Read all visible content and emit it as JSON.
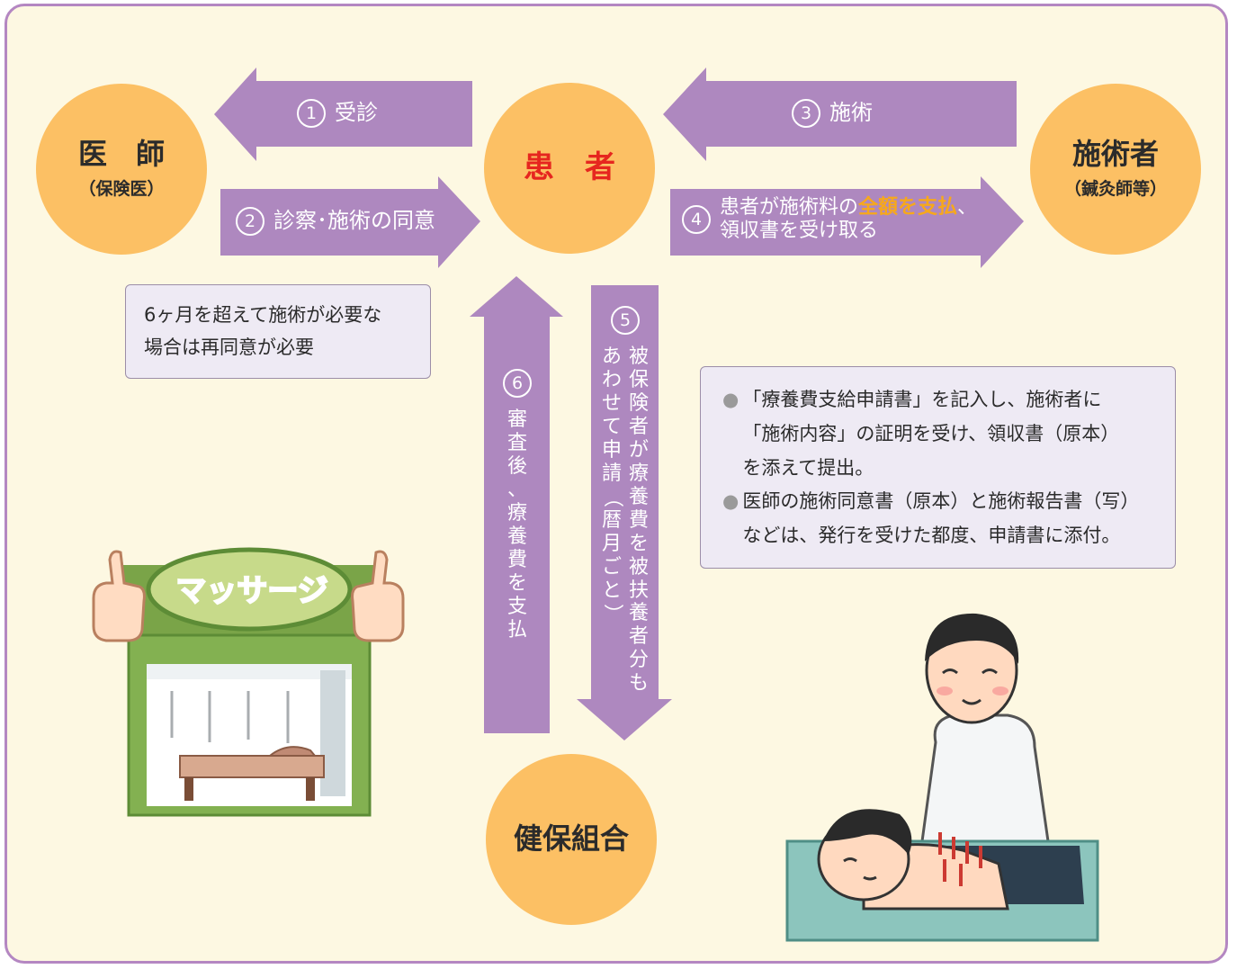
{
  "nodes": {
    "doctor": {
      "title": "医　師",
      "sub": "（保険医）"
    },
    "patient": {
      "title": "患　者"
    },
    "practitioner": {
      "title": "施術者",
      "sub": "（鍼灸師等）"
    },
    "union": {
      "title": "健保組合"
    }
  },
  "steps": {
    "s1": {
      "num": "1",
      "label": "受診"
    },
    "s2": {
      "num": "2",
      "label": "診察･施術の同意"
    },
    "s3": {
      "num": "3",
      "label": "施術"
    },
    "s4": {
      "num": "4",
      "line1_pre": "患者が施術料の",
      "line1_highlight": "全額を支払",
      "line1_post": "、",
      "line2": "領収書を受け取る"
    },
    "s5": {
      "num": "5",
      "col1": "被保険者が療養費を被扶養者分も",
      "col2": "あわせて申請（暦月ごと）"
    },
    "s6": {
      "num": "6",
      "label": "審査後、療養費を支払"
    }
  },
  "notes": {
    "reconsent_line1": "6ヶ月を超えて施術が必要な",
    "reconsent_line2": "場合は再同意が必要",
    "bullet": "●",
    "b1_l1": "「療養費支給申請書」を記入し、施術者に",
    "b1_l2": "「施術内容」の証明を受け、領収書（原本）",
    "b1_l3": "を添えて提出。",
    "b2_l1": "医師の施術同意書（原本）と施術報告書（写）",
    "b2_l2": "などは、発行を受けた都度、申請書に添付。"
  },
  "illustrations": {
    "shop_sign": "マッサージ",
    "shop_icon": "massage-shop-illustration",
    "therapist_icon": "acupuncture-therapist-illustration"
  },
  "colors": {
    "background": "#fdf8e2",
    "frame": "#b487c2",
    "arrow": "#ae88bf",
    "circle": "#fcc064",
    "patient_text": "#e6261f",
    "highlight": "#f7a81b"
  }
}
